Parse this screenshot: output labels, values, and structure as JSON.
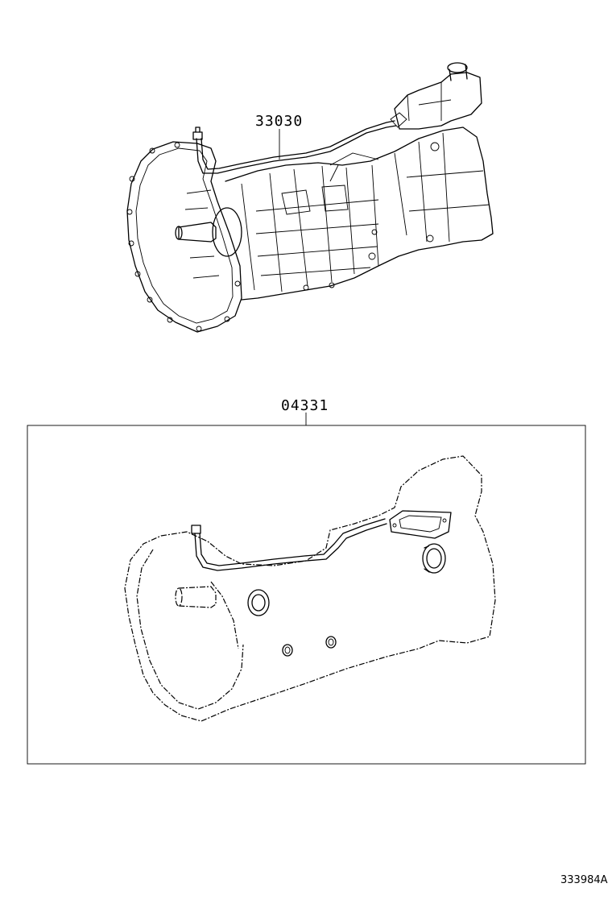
{
  "diagram": {
    "parts": [
      {
        "number": "33030"
      },
      {
        "number": "04331"
      }
    ],
    "illustration_code": "333984A"
  }
}
